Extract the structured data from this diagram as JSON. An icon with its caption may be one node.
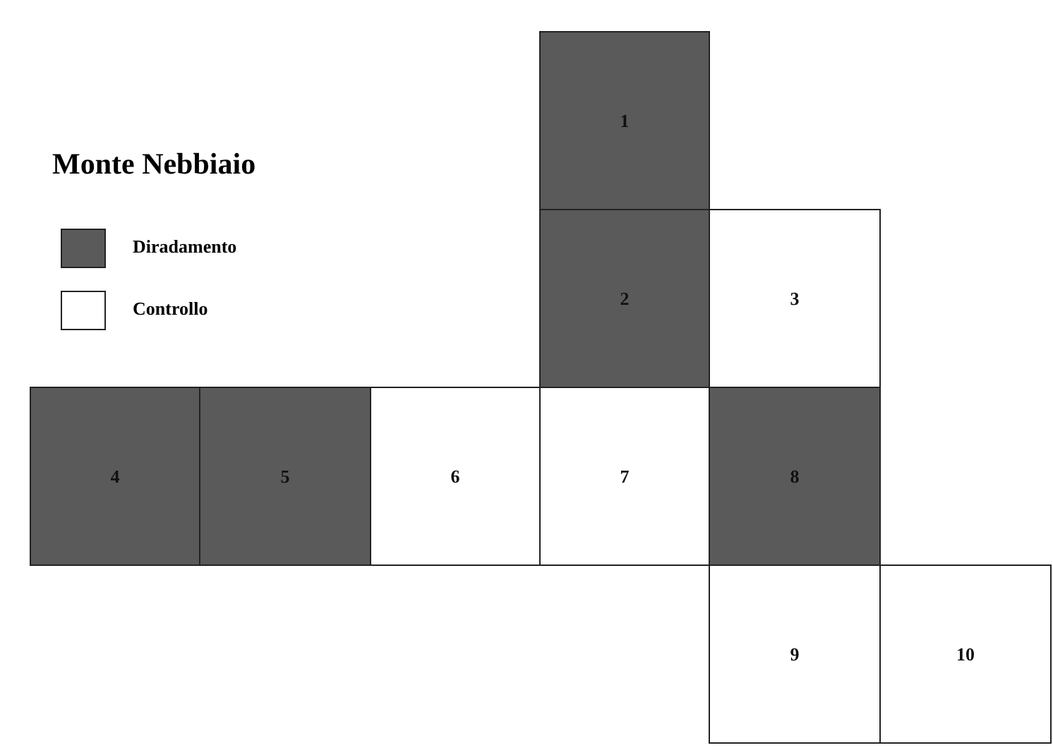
{
  "diagram": {
    "title": "Monte Nebbiaio",
    "nodes": [
      {
        "text": [
          "1"
        ]
      },
      {
        "text": [
          "2"
        ]
      },
      {
        "text": [
          "3"
        ]
      },
      {
        "text": [
          "4"
        ]
      },
      {
        "text": [
          "5"
        ]
      },
      {
        "text": [
          "6"
        ]
      },
      {
        "text": [
          "7"
        ]
      },
      {
        "text": [
          "8"
        ]
      },
      {
        "text": [
          "9"
        ]
      },
      {
        "text": [
          "10"
        ]
      }
    ],
    "legend": [
      {
        "text": "Diradamento",
        "color": "#5a5a5a"
      },
      {
        "text": "Controllo",
        "color": "#ffffff"
      }
    ]
  }
}
